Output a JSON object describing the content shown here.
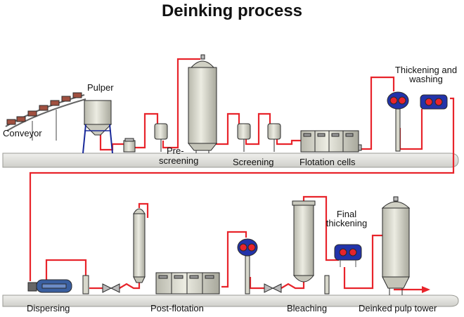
{
  "title": "Deinking process",
  "labels": {
    "conveyor": "Conveyor",
    "pulper": "Pulper",
    "prescreening_1": "Pre-",
    "prescreening_2": "screening",
    "screening": "Screening",
    "flotation_cells": "Flotation cells",
    "thickening_1": "Thickening and",
    "thickening_2": "washing",
    "dispersing": "Dispersing",
    "post_flotation": "Post-flotation",
    "bleaching": "Bleaching",
    "final_thickening_1": "Final",
    "final_thickening_2": "thickening",
    "deinked_pulp_tower": "Deinked pulp tower"
  },
  "colors": {
    "pipe": "#e8242b",
    "floor": "#dcdcd8",
    "equipment": "#d8d8cc",
    "outline": "#2a2a2a",
    "blue_equipment": "#2233aa",
    "support": "#1a2a9a"
  }
}
